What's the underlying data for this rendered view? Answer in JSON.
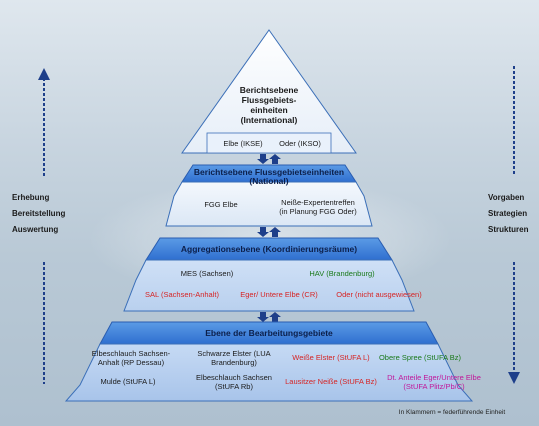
{
  "levels": {
    "international": {
      "title_lines": [
        "Berichtsebene",
        "Flussgebiets-",
        "einheiten",
        "(International)"
      ],
      "items": [
        "Elbe (IKSE)",
        "Oder (IKSO)"
      ]
    },
    "national": {
      "title": "Berichtsebene Flussgebietseinheiten",
      "subtitle": "(National)",
      "items": [
        "FGG Elbe",
        "Neiße-Expertentreffen",
        "(in Planung FGG Oder)"
      ]
    },
    "aggregation": {
      "title": "Aggregationsebene (Koordinierungsräume)",
      "items": [
        "MES (Sachsen)",
        "HAV (Brandenburg)",
        "SAL (Sachsen-Anhalt)",
        "Eger/ Untere Elbe (CR)",
        "Oder  (nicht ausgewiesen)"
      ]
    },
    "processing": {
      "title": "Ebene der Bearbeitungsgebiete",
      "items": [
        "Elbeschlauch Sachsen-",
        "Anhalt (RP Dessau)",
        "Schwarze Elster (LUA",
        "Brandenburg)",
        "Weiße Elster (StUFA L)",
        "Obere Spree (StUFA Bz)",
        "Mulde (StUFA L)",
        "Elbeschlauch  Sachsen",
        "(StUFA Rb)",
        "Lausitzer Neiße (StUFA Bz)",
        "Dt. Anteile Eger/Untere Elbe",
        "(StUFA Plitz/Pb/C)"
      ]
    }
  },
  "left_labels": [
    "Erhebung",
    "Bereitstellung",
    "Auswertung"
  ],
  "right_labels": [
    "Vorgaben",
    "Strategien",
    "Strukturen"
  ],
  "footnote": "In Klammern = federführende Einheit",
  "colors": {
    "header_blue": "#2f6fd0",
    "band_light": "#e8f1fb",
    "arrow_navy": "#1e3f8a",
    "green": "#1b7a1b",
    "red": "#d62424",
    "magenta": "#c1179a"
  }
}
